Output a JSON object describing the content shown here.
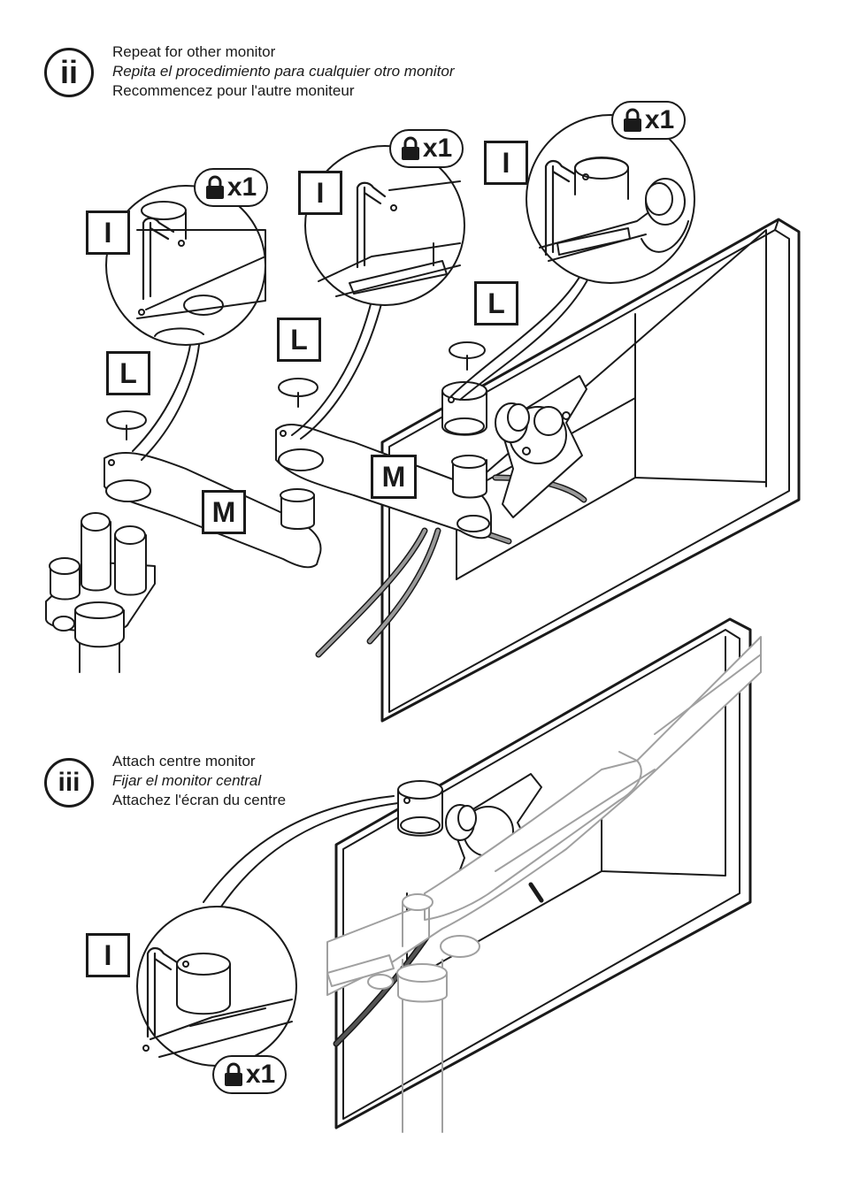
{
  "steps": [
    {
      "badge": "ii",
      "en": "Repeat for other monitor",
      "es": "Repita el procedimiento para cualquier otro monitor",
      "fr": "Recommencez pour l'autre moniteur"
    },
    {
      "badge": "iii",
      "en": "Attach centre monitor",
      "es": "Fijar el monitor central",
      "fr": "Attachez l'écran du centre"
    }
  ],
  "parts": {
    "I": "I",
    "L": "L",
    "M": "M"
  },
  "lock_count": "x1",
  "icons": [
    "step-ii-badge",
    "step-iii-badge",
    "lock-icon",
    "allen-key-icon",
    "screw-icon"
  ]
}
